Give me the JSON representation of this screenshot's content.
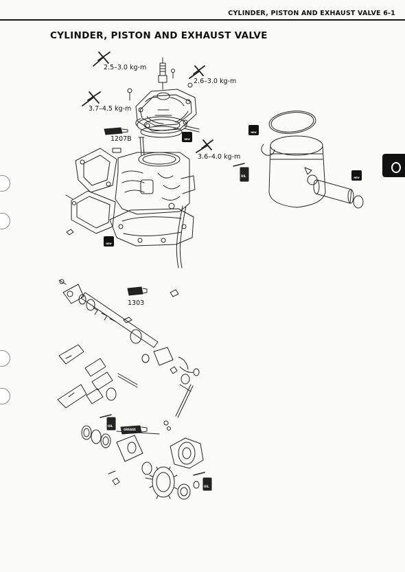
{
  "header": {
    "running_title": "CYLINDER, PISTON AND EXHAUST VALVE",
    "page_number": "6-1"
  },
  "section_title": "CYLINDER, PISTON AND EXHAUST VALVE",
  "callouts": {
    "torque_spark_plug": "2.5–3.0 kg-m",
    "torque_head_nut_right": "2.6–3.0 kg-m",
    "torque_head_nut_left": "3.7–4.5 kg-m",
    "torque_cylinder_nut": "3.6–4.0 kg-m",
    "bond_code": "1207B",
    "thread_lock_code": "1303"
  },
  "badges": {
    "new": "NEW",
    "oil": "OIL",
    "grease": "GREASE"
  },
  "icons": [
    "torque-wrench-icon",
    "new-part-icon",
    "oil-can-icon",
    "grease-icon",
    "bond-tube-icon",
    "thread-lock-icon",
    "binder-hole-icon",
    "section-tab-icon"
  ]
}
